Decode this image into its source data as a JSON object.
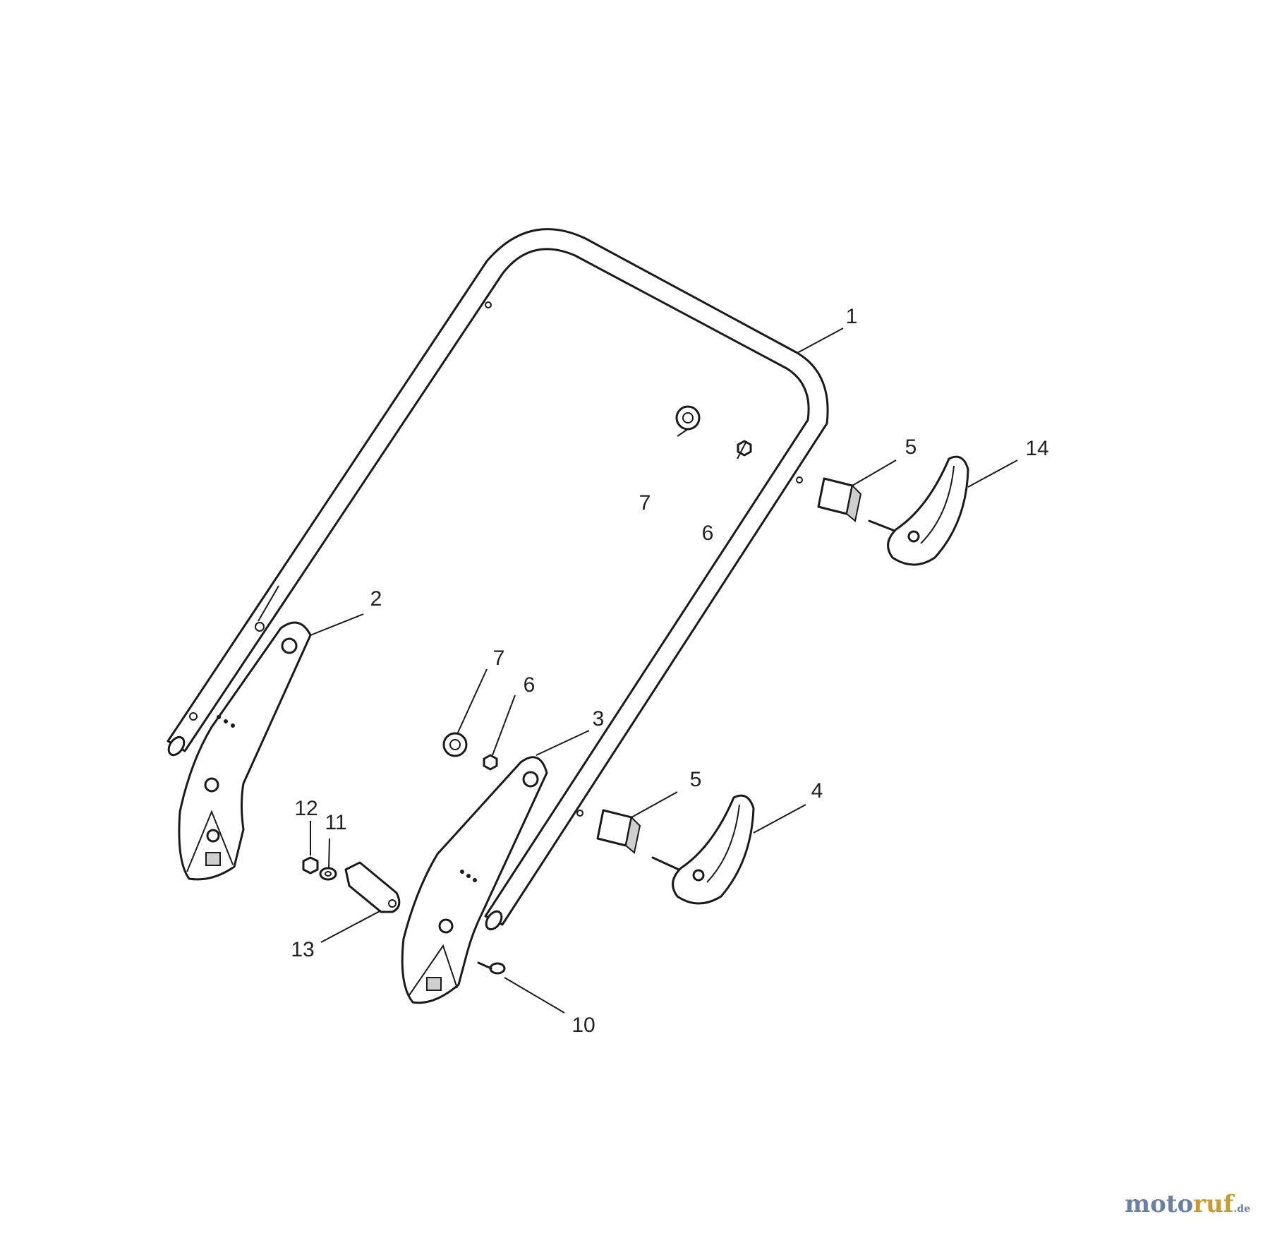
{
  "callouts": {
    "c1": "1",
    "c2": "2",
    "c3": "3",
    "c4": "4",
    "c5a": "5",
    "c5b": "5",
    "c6a": "6",
    "c6b": "6",
    "c7a": "7",
    "c7b": "7",
    "c10": "10",
    "c11": "11",
    "c12": "12",
    "c13": "13",
    "c14": "14"
  },
  "watermark": {
    "part_a": "moto",
    "part_b": "ruf",
    "suffix": ".de"
  }
}
